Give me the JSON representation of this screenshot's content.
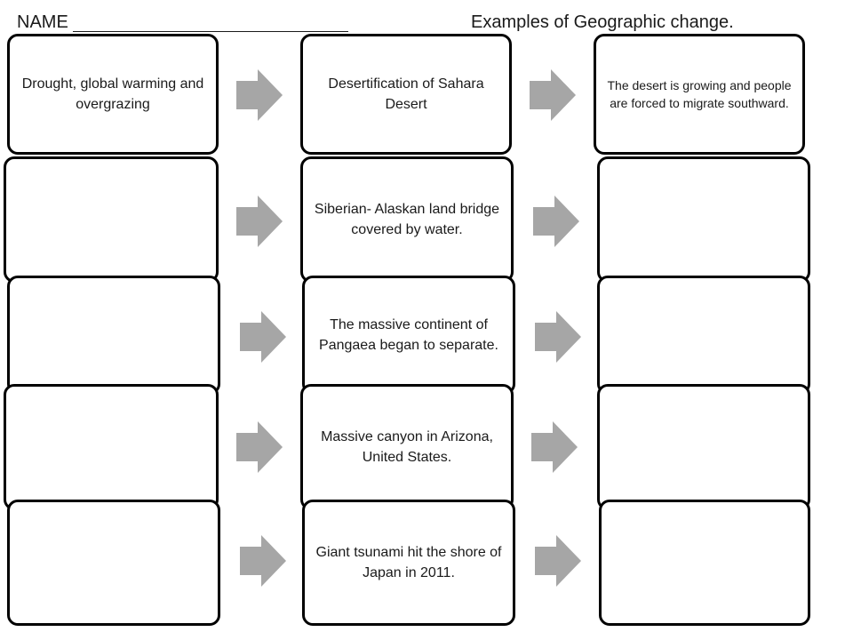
{
  "header": {
    "name_label": "NAME",
    "title": "Examples of Geographic change."
  },
  "arrow_color": "#a6a6a6",
  "rows": [
    {
      "cause": "Drought, global warming and overgrazing",
      "change": "Desertification  of Sahara Desert",
      "effect": "The desert is growing and people are forced to migrate southward."
    },
    {
      "cause": "",
      "change": "Siberian- Alaskan land bridge covered by water.",
      "effect": ""
    },
    {
      "cause": "",
      "change": "The massive continent of Pangaea began to separate.",
      "effect": ""
    },
    {
      "cause": "",
      "change": "Massive canyon in Arizona, United States.",
      "effect": ""
    },
    {
      "cause": "",
      "change": "Giant tsunami hit the shore of Japan in 2011.",
      "effect": ""
    }
  ]
}
